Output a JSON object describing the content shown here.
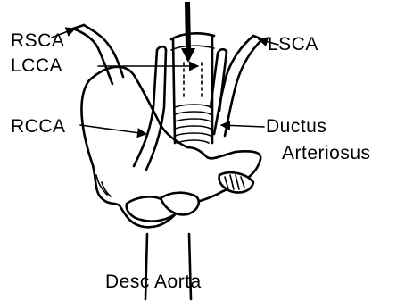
{
  "diagram": {
    "labels": {
      "rsca": "RSCA",
      "lcca": "LCCA",
      "lsca": "LSCA",
      "rcca": "RCCA",
      "ductus_line1": "Ductus",
      "ductus_line2": "Arteriosus",
      "desc_aorta": "Desc Aorta"
    },
    "colors": {
      "ink": "#000000",
      "background": "#ffffff"
    }
  }
}
